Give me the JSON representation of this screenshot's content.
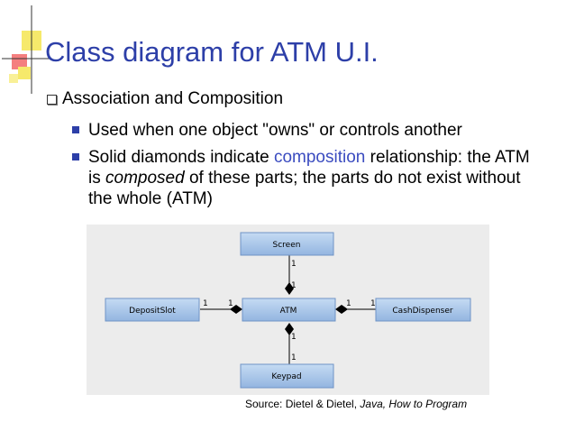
{
  "slide": {
    "title": "Class diagram for ATM U.I.",
    "bullet_level1": "Association and Composition",
    "bullet_level2_a": "Used when one object \"owns\" or controls another",
    "bullet_level2_b": {
      "part1": "Solid diamonds indicate ",
      "accent": "composition",
      "part2": " relationship: the ATM is ",
      "italic": "composed",
      "part3": " of these parts; the parts do not exist without the whole (ATM)"
    },
    "colors": {
      "title": "#2d3fa8",
      "accent": "#3b4cc0",
      "class_box": "#a9c6ea"
    }
  },
  "diagram": {
    "classes": {
      "screen": "Screen",
      "atm": "ATM",
      "keypad": "Keypad",
      "deposit_slot": "DepositSlot",
      "cash_dispenser": "CashDispenser"
    },
    "multiplicity": "1"
  },
  "source": {
    "prefix": "Source:  Dietel & Dietel, ",
    "italic": "Java, How to Program"
  }
}
